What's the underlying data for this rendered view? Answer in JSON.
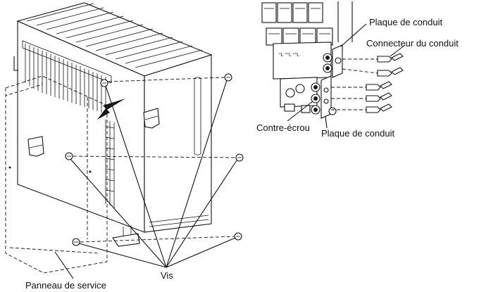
{
  "labels": {
    "service_panel": "Panneau de service",
    "screws": "Vis",
    "conduit_plate_top": "Plaque de conduit",
    "conduit_connector": "Connecteur du conduit",
    "lock_nut": "Contre-écrou",
    "conduit_plate_bottom": "Plaque de conduit"
  }
}
